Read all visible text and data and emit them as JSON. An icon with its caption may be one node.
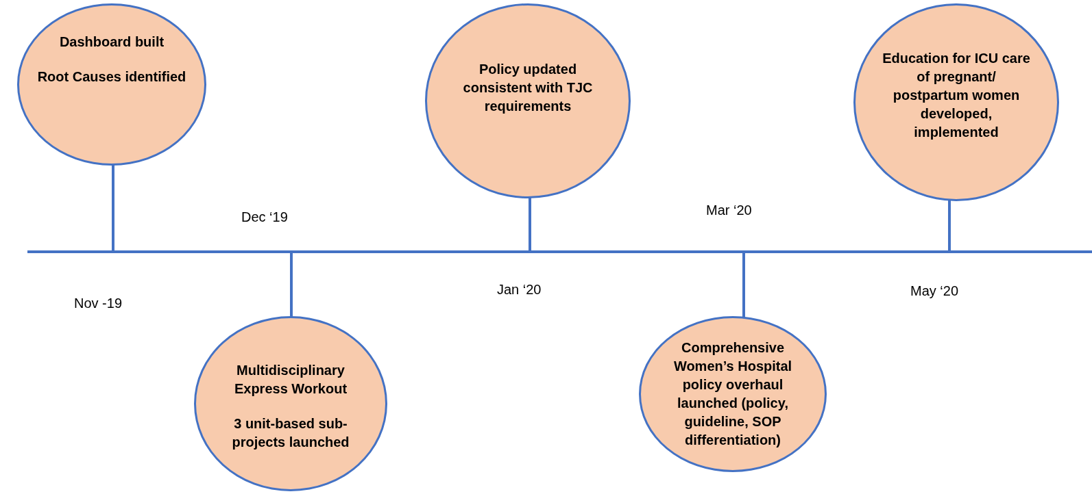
{
  "diagram": {
    "nodes": [
      {
        "text": [
          "Dashboard built",
          "Root Causes identified"
        ]
      },
      {
        "text": [
          "Multidisciplinary Express Workout",
          "3 unit-based sub-projects launched"
        ]
      },
      {
        "text": [
          "Policy updated consistent with TJC requirements"
        ]
      },
      {
        "text": [
          "Comprehensive Women’s Hospital policy overhaul launched (policy, guideline, SOP differentiation)"
        ]
      },
      {
        "text": [
          "Education for ICU care of pregnant/ postpartum women developed, implemented"
        ]
      }
    ],
    "edges": [
      {
        "from": 0,
        "to": null,
        "arrow": "none"
      },
      {
        "from": 1,
        "to": null,
        "arrow": "none"
      },
      {
        "from": 2,
        "to": null,
        "arrow": "none"
      },
      {
        "from": 3,
        "to": null,
        "arrow": "none"
      },
      {
        "from": 4,
        "to": null,
        "arrow": "none"
      }
    ],
    "labels": [
      "Dec ‘19",
      "Mar ‘20",
      "Nov -19",
      "Jan ‘20",
      "May ‘20"
    ]
  }
}
